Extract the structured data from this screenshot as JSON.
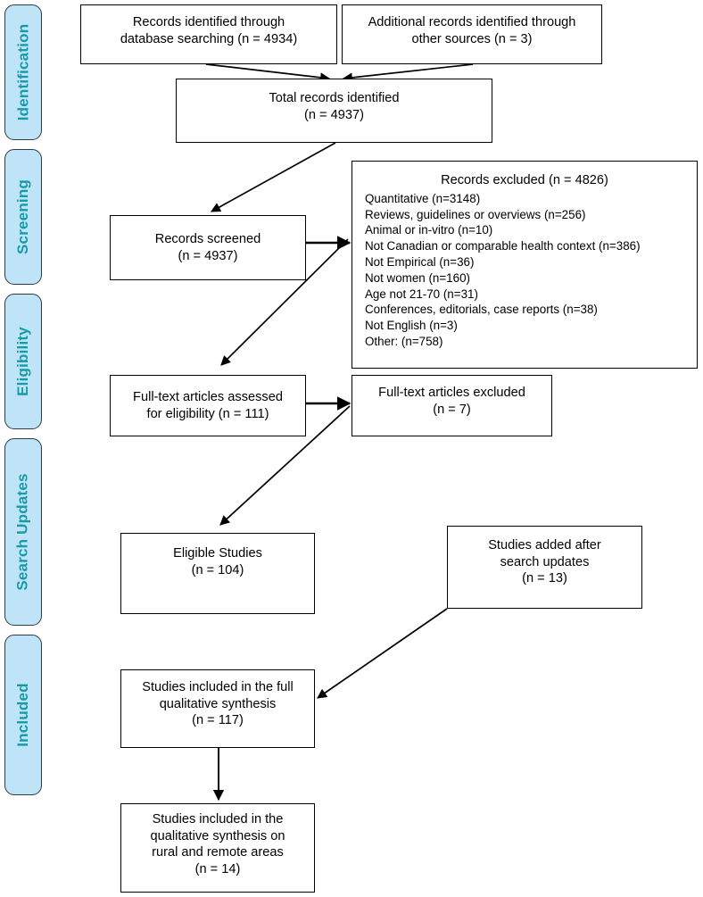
{
  "diagram": {
    "type": "prisma-flow-diagram",
    "stages": [
      {
        "id": "identification",
        "label": "Identification"
      },
      {
        "id": "screening",
        "label": "Screening"
      },
      {
        "id": "eligibility",
        "label": "Eligibility"
      },
      {
        "id": "search-updates",
        "label": "Search Updates"
      },
      {
        "id": "included",
        "label": "Included"
      }
    ],
    "nodes": {
      "database_search": {
        "line1": "Records identified through",
        "line2": "database searching (n = 4934)"
      },
      "other_sources": {
        "line1": "Additional records identified through",
        "line2": "other sources (n = 3)"
      },
      "total_records": {
        "line1": "Total records identified",
        "line2": "(n = 4937)"
      },
      "records_screened": {
        "line1": "Records screened",
        "line2": "(n = 4937)"
      },
      "records_excluded": {
        "line1": "Records excluded",
        "line2": "(n = 4826)",
        "reasons": [
          "Quantitative (n=3148)",
          "Reviews, guidelines or overviews (n=256)",
          "Animal or in-vitro (n=10)",
          "Not Canadian or comparable health context (n=386)",
          "Not Empirical (n=36)",
          "Not women (n=160)",
          "Age not 21-70 (n=31)",
          "Conferences, editorials,  case reports (n=38)",
          "Not English (n=3)",
          "Other: (n=758)"
        ]
      },
      "fulltext_assessed": {
        "line1": "Full-text articles assessed",
        "line2": "for eligibility (n = 111)"
      },
      "fulltext_excluded": {
        "line1": "Full-text articles excluded",
        "line2": "(n = 7)"
      },
      "eligible_studies": {
        "line1": "Eligible Studies",
        "line2": "(n = 104)"
      },
      "studies_added": {
        "line1": "Studies added after",
        "line2": "search updates",
        "line3": "(n = 13)"
      },
      "full_synthesis": {
        "line1": "Studies included in the full",
        "line2": "qualitative synthesis",
        "line3": "(n = 117)"
      },
      "rural_synthesis": {
        "line1": "Studies included in the",
        "line2": "qualitative synthesis on",
        "line3": "rural and remote areas",
        "line4": "(n = 14)"
      }
    },
    "colors": {
      "stage_fill": "#bfe4f7",
      "stage_border": "#2b3a44",
      "stage_text": "#189aa8",
      "node_border": "#000000",
      "node_fill": "#ffffff",
      "connector": "#000000"
    }
  }
}
